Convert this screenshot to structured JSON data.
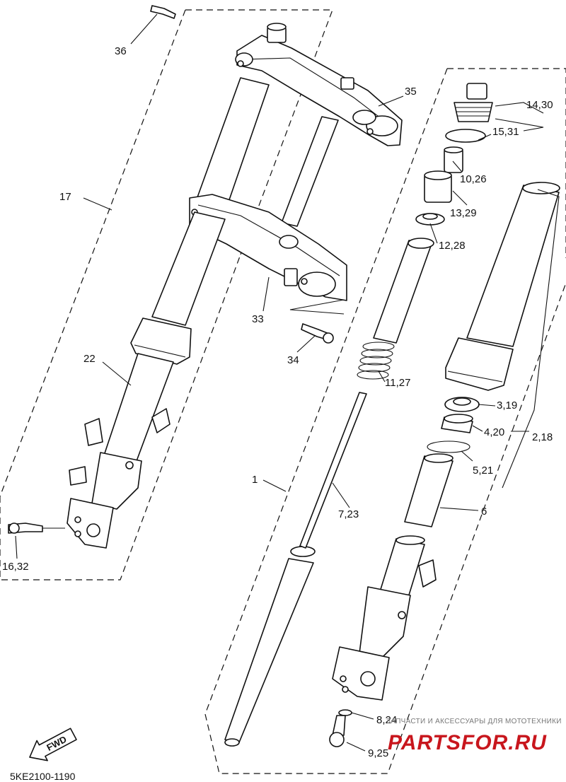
{
  "diagram": {
    "part_labels": {
      "p36": "36",
      "p35": "35",
      "p17": "17",
      "p33": "33",
      "p34": "34",
      "p22": "22",
      "p16_32": "16,32",
      "p1": "1",
      "p7_23": "7,23",
      "p14_30": "14,30",
      "p15_31": "15,31",
      "p10_26": "10,26",
      "p13_29": "13,29",
      "p12_28": "12,28",
      "p11_27": "11,27",
      "p3_19": "3,19",
      "p4_20": "4,20",
      "p2_18": "2,18",
      "p5_21": "5,21",
      "p6": "6",
      "p8_24": "8,24",
      "p9_25": "9,25"
    },
    "forward_badge": "FWD",
    "diagram_code": "5KE2100-1190",
    "watermark": {
      "caption": "ЗАПЧАСТИ И АКСЕССУАРЫ ДЛЯ МОТОТЕХНИКИ",
      "logo_text": "PARTSFOR.RU"
    }
  }
}
